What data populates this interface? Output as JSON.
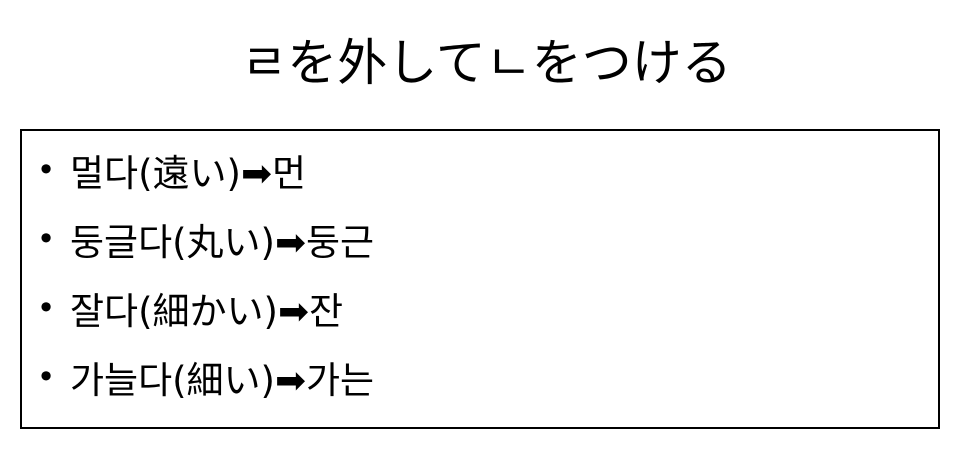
{
  "slide": {
    "title": "ㄹを外してㄴをつける",
    "bullet_symbol": "•",
    "items": [
      {
        "text": "멀다(遠い)➡먼"
      },
      {
        "text": "둥글다(丸い)➡둥근"
      },
      {
        "text": "잘다(細かい)➡잔"
      },
      {
        "text": "가늘다(細い)➡가는"
      }
    ]
  }
}
